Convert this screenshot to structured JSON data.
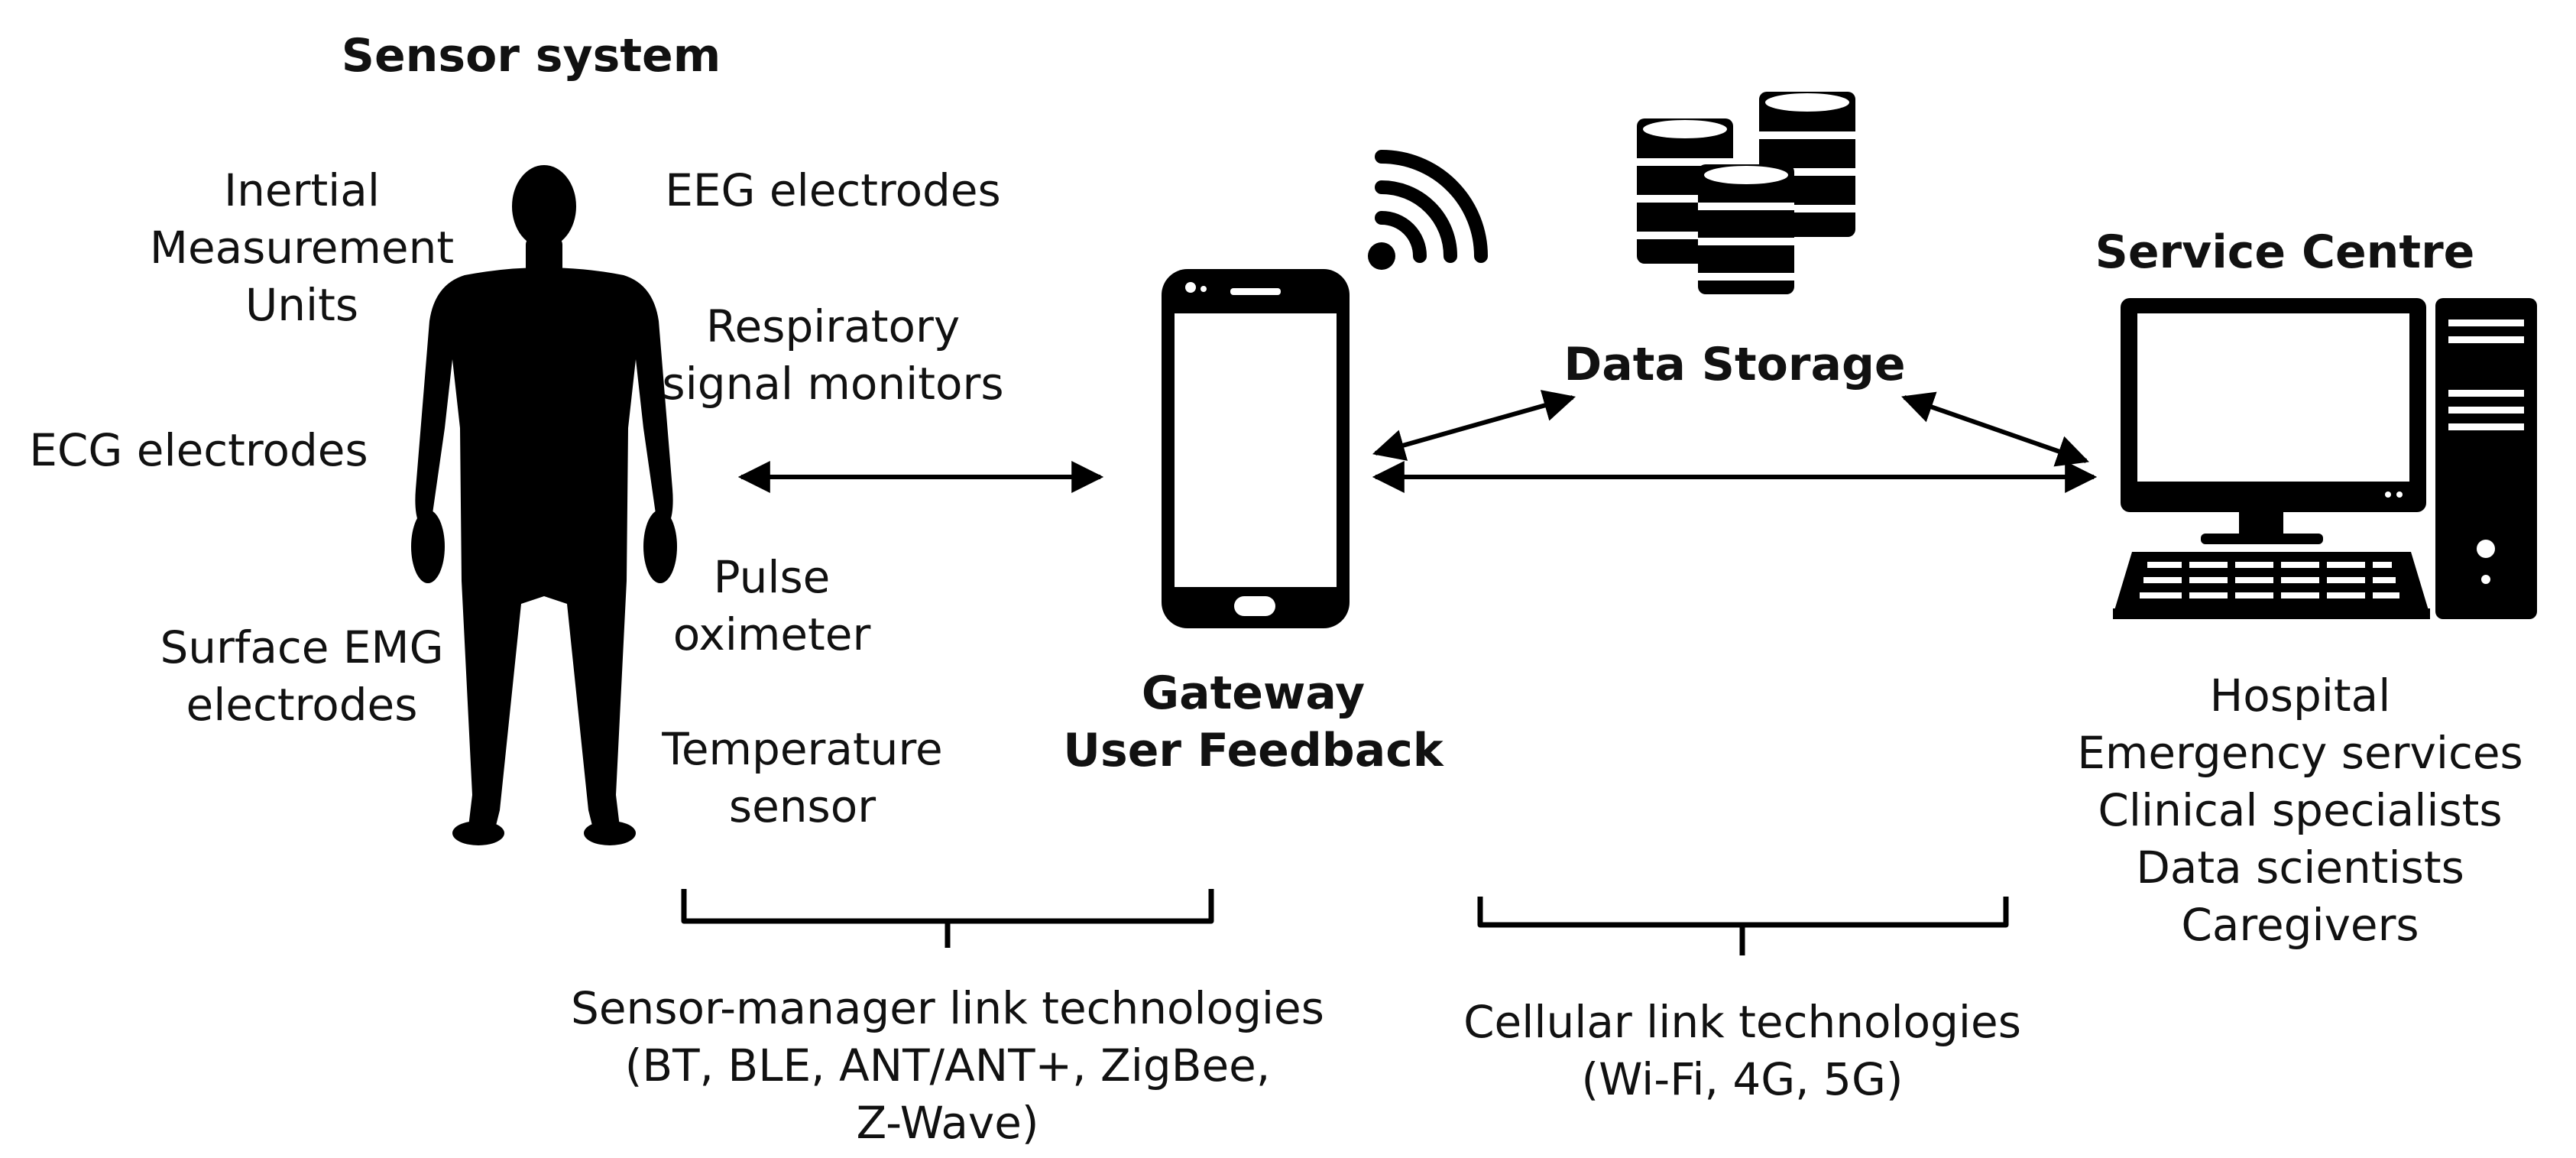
{
  "sensor_system": {
    "title": "Sensor system",
    "sensors": {
      "imu": [
        "Inertial",
        "Measurement",
        "Units"
      ],
      "ecg": "ECG electrodes",
      "emg": [
        "Surface EMG",
        "electrodes"
      ],
      "eeg": "EEG electrodes",
      "respiratory": [
        "Respiratory",
        "signal monitors"
      ],
      "pulse": [
        "Pulse",
        "oximeter"
      ],
      "temperature": [
        "Temperature",
        "sensor"
      ]
    }
  },
  "gateway": {
    "line1": "Gateway",
    "line2": "User Feedback"
  },
  "data_storage": {
    "title": "Data Storage"
  },
  "service_centre": {
    "title": "Service Centre",
    "users": [
      "Hospital",
      "Emergency services",
      "Clinical specialists",
      "Data scientists",
      "Caregivers"
    ]
  },
  "links": {
    "sensor_manager": [
      "Sensor-manager link technologies",
      "(BT, BLE, ANT/ANT+, ZigBee,",
      "Z-Wave)"
    ],
    "cellular": [
      "Cellular link technologies",
      "(Wi-Fi, 4G, 5G)"
    ]
  },
  "colors": {
    "ink": "#000000",
    "background": "#ffffff"
  },
  "icons": [
    "human-silhouette-icon",
    "smartphone-icon",
    "wifi-signal-icon",
    "database-stack-icon",
    "desktop-computer-icon"
  ]
}
